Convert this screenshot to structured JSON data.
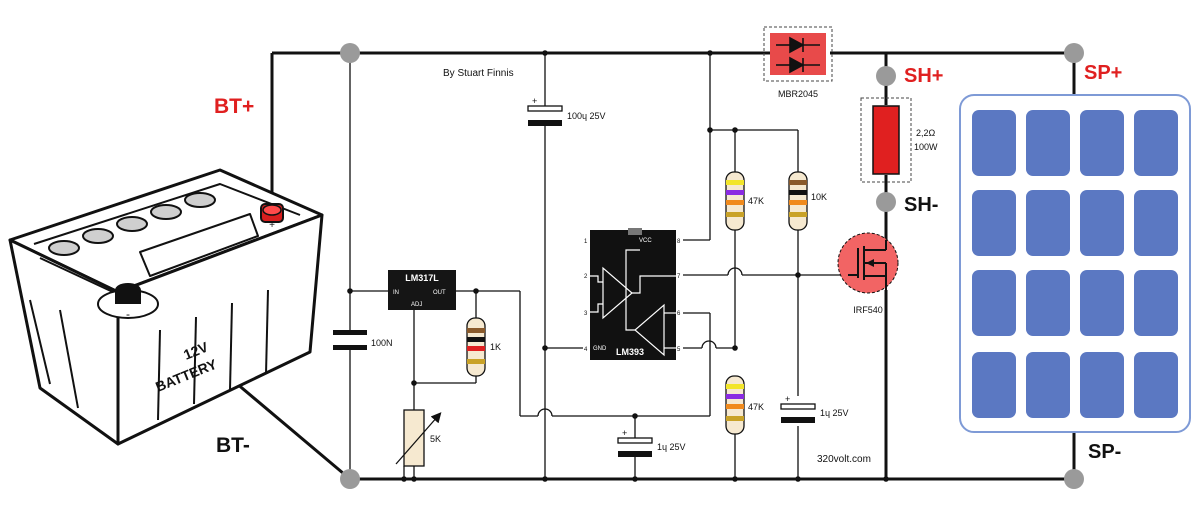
{
  "credit": "By Stuart Finnis",
  "website": "320volt.com",
  "terminals": {
    "bt_plus": "BT+",
    "bt_minus": "BT-",
    "sh_plus": "SH+",
    "sh_minus": "SH-",
    "sp_plus": "SP+",
    "sp_minus": "SP-"
  },
  "battery": {
    "line1": "12V",
    "line2": "BATTERY",
    "plus": "+",
    "minus": "-"
  },
  "components": {
    "regulator": {
      "name": "LM317L",
      "in": "IN",
      "out": "OUT",
      "adj": "ADJ"
    },
    "comparator": {
      "name": "LM393",
      "vcc": "VCC",
      "gnd": "GND",
      "pins": [
        "1",
        "2",
        "3",
        "4",
        "5",
        "6",
        "7",
        "8"
      ]
    },
    "c_100n": "100N",
    "c_100u": "100ɥ 25V",
    "c_1u_a": "1ɥ 25V",
    "c_1u_b": "1ɥ 25V",
    "r_1k": "1K",
    "r_47k_a": "47K",
    "r_47k_b": "47K",
    "r_10k": "10K",
    "pot_5k": "5K",
    "shunt_value": "2,2Ω",
    "shunt_power": "100W",
    "diode": "MBR2045",
    "mosfet": "IRF540"
  },
  "colors": {
    "wire": "#111111",
    "node": "#9a9a9a",
    "accent_red": "#e02020",
    "panel_cell": "#5b78c2",
    "panel_border": "#7e9ad6"
  }
}
